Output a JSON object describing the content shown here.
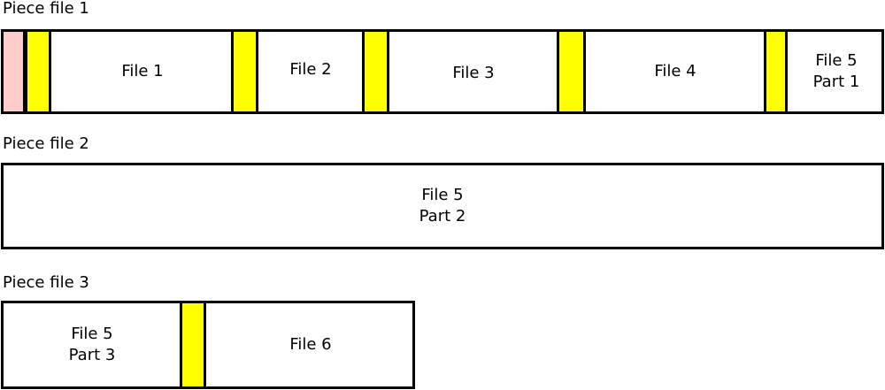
{
  "colors": {
    "padding": "#ffcccc",
    "gap": "#ffff00",
    "file": "#ffffff",
    "border": "#000000"
  },
  "pieces": [
    {
      "title": "Piece file 1",
      "files": [
        "File 1",
        "File 2",
        "File 3",
        "File 4",
        "File 5\nPart 1"
      ]
    },
    {
      "title": "Piece file 2",
      "files": [
        "File 5\nPart 2"
      ]
    },
    {
      "title": "Piece file 3",
      "files": [
        "File 5\nPart 3",
        "File 6"
      ]
    }
  ]
}
